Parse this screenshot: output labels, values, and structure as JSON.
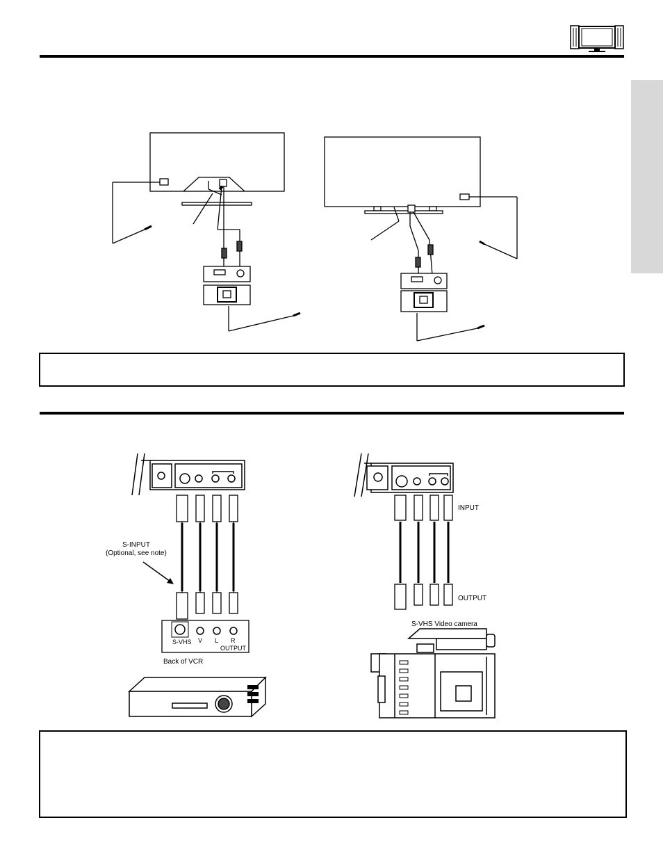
{
  "header": {
    "tv_icon": "flat-panel-tv-icon"
  },
  "vcr_diagram": {
    "s_input_label": "S-INPUT",
    "s_input_note": "(Optional, see note)",
    "vcr_panel": {
      "s_vhs": "S-VHS",
      "v": "V",
      "l": "L",
      "r": "R",
      "output": "OUTPUT"
    },
    "back_of_vcr": "Back of VCR"
  },
  "camera_diagram": {
    "input_label": "INPUT",
    "output_label": "OUTPUT",
    "camera_label": "S-VHS Video camera"
  }
}
